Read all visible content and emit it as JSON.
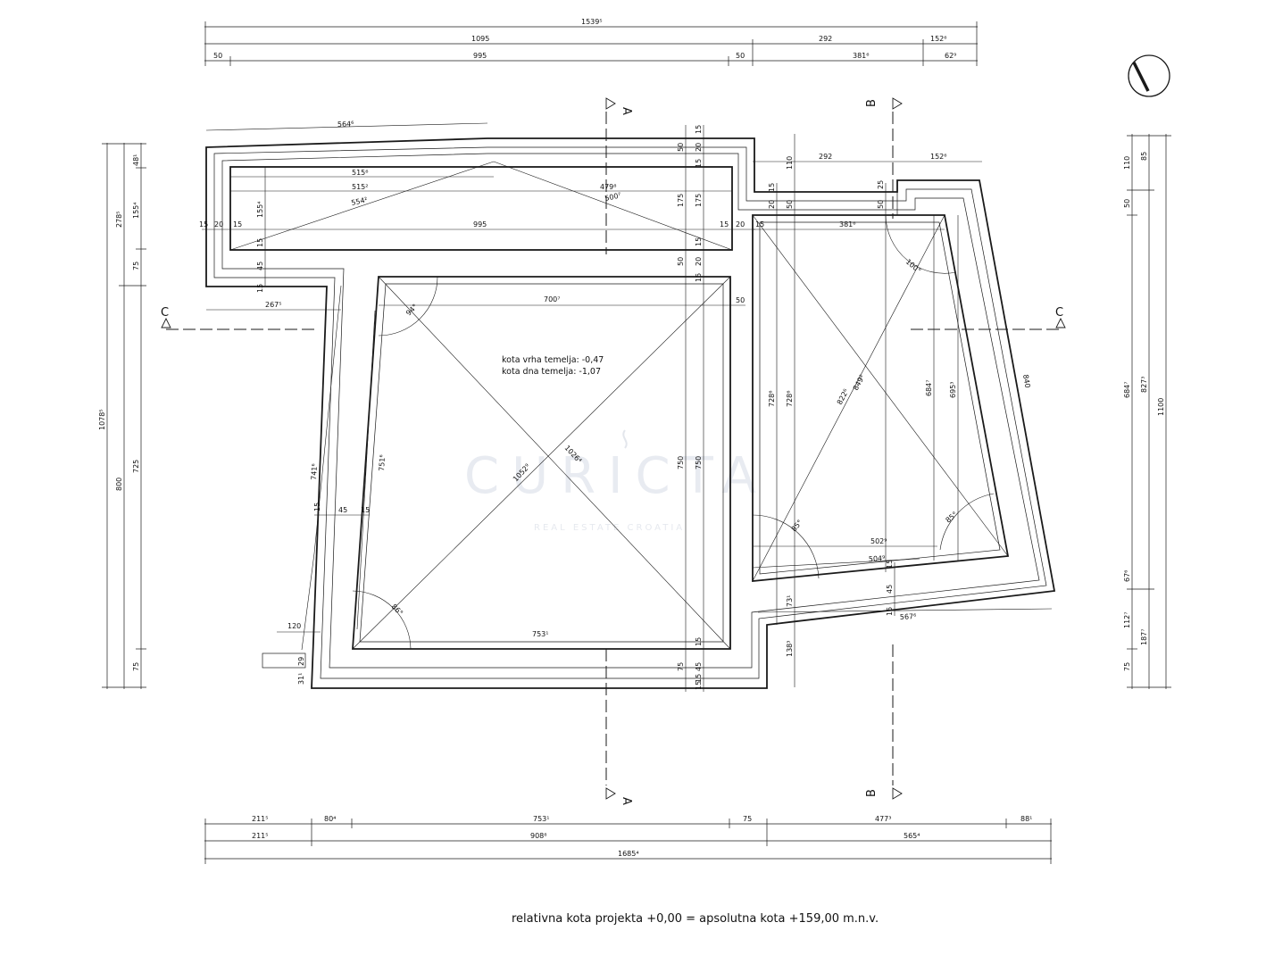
{
  "caption": "relativna kota projekta +0,00 = apsolutna kota +159,00 m.n.v.",
  "notes": {
    "top_level": "kota vrha temelja: -0,47",
    "bottom_level": "kota dna temelja: -1,07"
  },
  "watermark": {
    "brand": "CURICTA",
    "tagline": "REAL ESTATE CROATIA"
  },
  "section_marks": {
    "a": "A",
    "b": "B",
    "c": "C"
  },
  "dims": {
    "top_total": "1539⁵",
    "top_1095": "1095",
    "top_292": "292",
    "top_152": "152⁶",
    "top_50a": "50",
    "top_995": "995",
    "top_50b": "50",
    "top_381": "381⁶",
    "top_62": "62⁹",
    "bot_211a": "211⁵",
    "bot_80": "80⁴",
    "bot_753": "753¹",
    "bot_75": "75",
    "bot_477": "477³",
    "bot_88": "88¹",
    "bot_211b": "211⁵",
    "bot_908": "908⁸",
    "bot_565": "565⁴",
    "bot_1685": "1685⁴",
    "l_1078": "1078⁵",
    "l_278": "278⁵",
    "l_800": "800",
    "l_48": "48¹",
    "l_155": "155⁴",
    "l_75a": "75",
    "l_725": "725",
    "l_75b": "75",
    "r_110": "110",
    "r_85": "85",
    "r_50": "50",
    "r_684": "684⁷",
    "r_827": "827³",
    "r_1100": "1100",
    "r_67": "67⁶",
    "r_112": "112⁷",
    "r_187": "187⁷",
    "r_75": "75",
    "t_564": "564⁶",
    "t_515a": "515⁶",
    "t_515b": "515²",
    "t_554": "554²",
    "t_479": "479⁸",
    "t_500": "500⁷",
    "t_995": "995",
    "t_15a": "15",
    "t_20a": "20",
    "t_15b": "15",
    "t_155": "155⁴",
    "t_15c": "15",
    "t_45": "45",
    "t_15d": "15",
    "t_50": "50",
    "t_20b": "20",
    "t_15e": "15",
    "t_175a": "175",
    "t_175b": "175",
    "t_15f": "15",
    "t_15g": "15",
    "t_20c": "20",
    "t_15h": "15",
    "m_267": "267⁵",
    "m_700": "700⁷",
    "m_94": "94°",
    "m_1052": "1052⁹",
    "m_1026": "1026⁴",
    "m_751": "751⁶",
    "m_741": "741⁶",
    "m_15a": "15",
    "m_45": "45",
    "m_15b": "15",
    "m_750a": "750",
    "m_750b": "750",
    "m_50a": "50",
    "m_20": "20",
    "m_15c": "15",
    "m_50b": "50",
    "m_15d": "15",
    "m_86": "86°",
    "m_753": "753¹",
    "m_15e": "15",
    "m_120": "120",
    "m_29": "29",
    "m_31": "31¹",
    "m_75": "75",
    "m_45b": "45",
    "m_15f": "15",
    "r_292": "292",
    "r_1526": "152⁶",
    "r_110v": "110",
    "r_25": "25",
    "r_50v": "50",
    "r_15v": "15",
    "r_20v": "20",
    "r_50w": "50",
    "r_15w": "15",
    "r_381": "381⁶",
    "r_100": "100°",
    "r_822": "822⁶",
    "r_849": "849²",
    "r_6847": "684⁷",
    "r_695": "695³",
    "r_840": "840",
    "r_728a": "728⁶",
    "r_728b": "728⁶",
    "r_85a": "85°",
    "r_85b": "85°",
    "r_502": "502⁹",
    "r_504": "504⁹",
    "r_15x": "15",
    "r_45": "45",
    "r_15y": "15",
    "r_567": "567⁶",
    "r_73": "73¹",
    "r_138": "138³"
  }
}
